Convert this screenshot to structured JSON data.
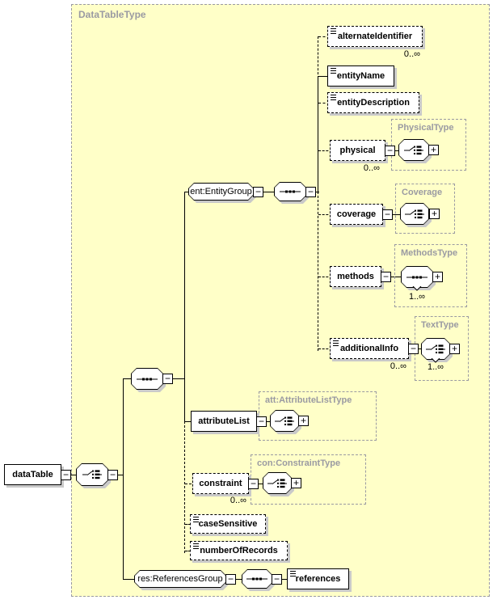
{
  "window": {
    "label": "DataTableType"
  },
  "glyphs": {
    "collapse": "−",
    "expand": "+"
  },
  "elements": {
    "dataTable": {
      "label": "dataTable"
    },
    "alternateIdentifier": {
      "label": "alternateIdentifier",
      "occurs": "0..∞"
    },
    "entityName": {
      "label": "entityName"
    },
    "entityDescription": {
      "label": "entityDescription"
    },
    "physical": {
      "label": "physical",
      "occurs": "0..∞"
    },
    "coverage": {
      "label": "coverage"
    },
    "methods": {
      "label": "methods"
    },
    "additionalInfo": {
      "label": "additionalInfo",
      "occurs": "0..∞"
    },
    "attributeList": {
      "label": "attributeList"
    },
    "constraint": {
      "label": "constraint",
      "occurs": "0..∞"
    },
    "caseSensitive": {
      "label": "caseSensitive"
    },
    "numberOfRecords": {
      "label": "numberOfRecords"
    },
    "references": {
      "label": "references"
    }
  },
  "groups": {
    "entityGroup": {
      "label": "ent:EntityGroup"
    },
    "referencesGroup": {
      "label": "res:ReferencesGroup"
    }
  },
  "types": {
    "physicalType": {
      "label": "PhysicalType"
    },
    "coverage": {
      "label": "Coverage"
    },
    "methodsType": {
      "label": "MethodsType",
      "occurs": "1..∞"
    },
    "textType": {
      "label": "TextType",
      "occurs": "1..∞"
    },
    "attributeListType": {
      "label": "att:AttributeListType"
    },
    "constraintType": {
      "label": "con:ConstraintType"
    }
  },
  "colors": {
    "container_fill": "#ffffc8",
    "container_border": "#9a9aa2",
    "type_label": "#9a9aa2",
    "shadow": "#c9c9c9",
    "line": "#000000"
  }
}
